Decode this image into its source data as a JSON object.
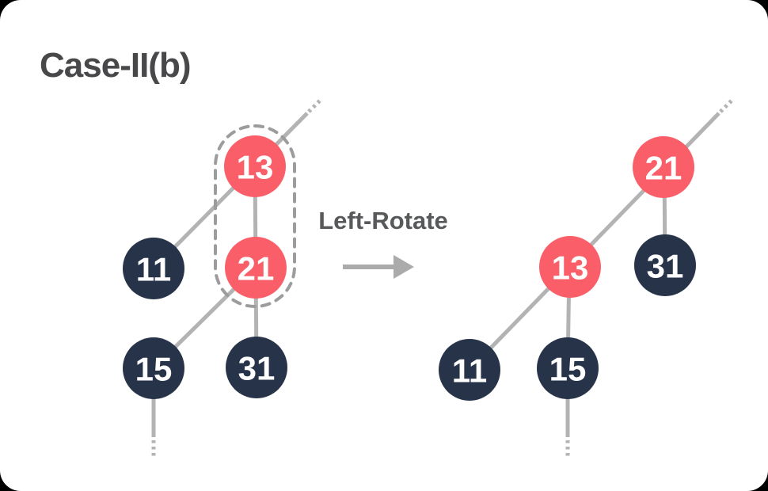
{
  "title": "Case-II(b)",
  "transformation": {
    "label": "Left-Rotate",
    "arrow_icon": "right-arrow"
  },
  "colors": {
    "red_node": "#fa5f69",
    "black_node": "#273349",
    "node_text": "#ffffff",
    "edge": "#b3b3b3",
    "pivot_outline": "#9c9c9c",
    "arrow": "#ababab",
    "title_text": "#48484a",
    "label_text": "#58595b",
    "canvas_bg": "#ffffff"
  },
  "trees": {
    "before": {
      "name": "before-left-rotate",
      "nodes": [
        {
          "value": "13",
          "color": "red"
        },
        {
          "value": "11",
          "color": "black"
        },
        {
          "value": "21",
          "color": "red"
        },
        {
          "value": "15",
          "color": "black"
        },
        {
          "value": "31",
          "color": "black"
        }
      ],
      "highlighted_pair": [
        "13",
        "21"
      ]
    },
    "after": {
      "name": "after-left-rotate",
      "nodes": [
        {
          "value": "21",
          "color": "red"
        },
        {
          "value": "13",
          "color": "red"
        },
        {
          "value": "31",
          "color": "black"
        },
        {
          "value": "11",
          "color": "black"
        },
        {
          "value": "15",
          "color": "black"
        }
      ]
    }
  }
}
